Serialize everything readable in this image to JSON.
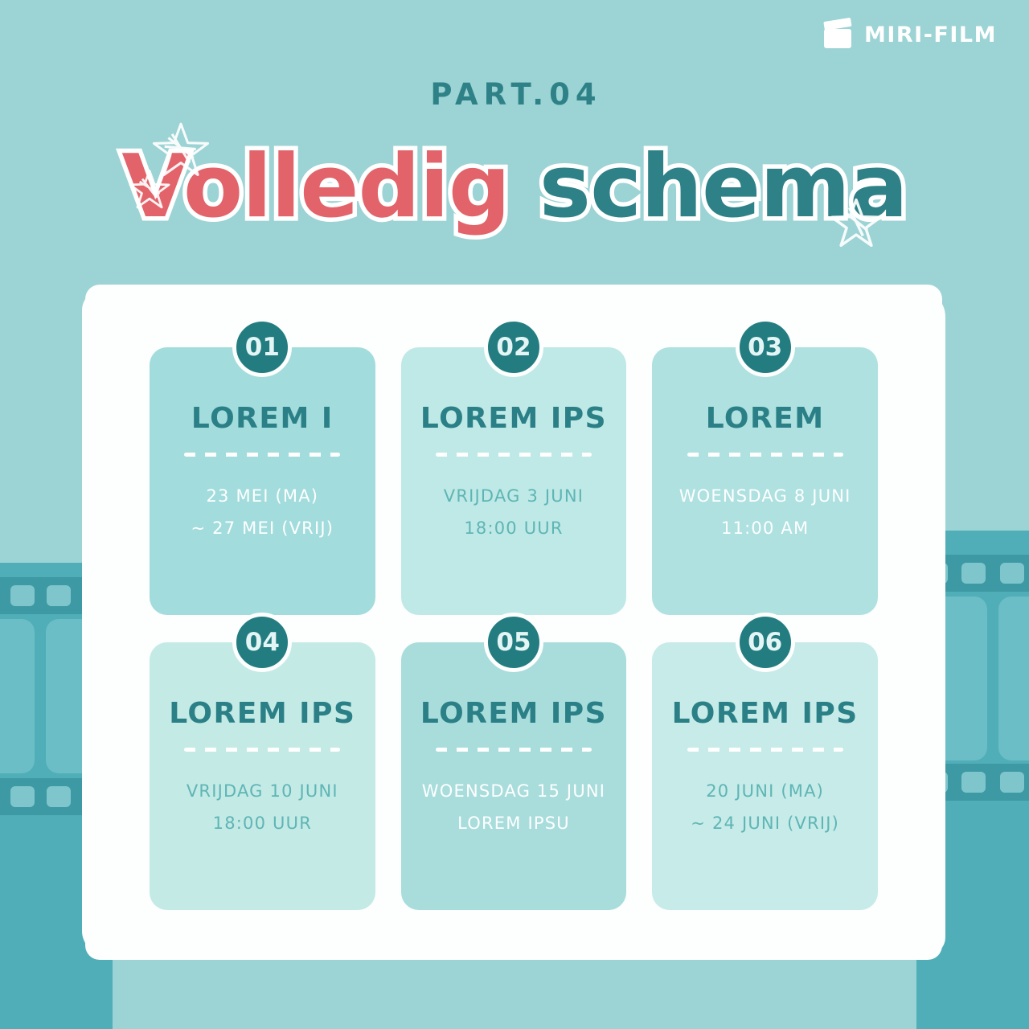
{
  "brand": {
    "logo_text": "MIRI-FILM",
    "logo_icon": "clapperboard-icon"
  },
  "header": {
    "part_label": "PART.04",
    "title_word_1": "Volledig",
    "title_word_2": "schema"
  },
  "colors": {
    "background": "#9CD3D4",
    "panel": "#FDFEFE",
    "accent_teal": "#2A8086",
    "badge_teal": "#237D80",
    "title_coral": "#E2636A",
    "title_teal": "#2D8187",
    "film_dark": "#3D99A3",
    "film_mid": "#4FAEB8"
  },
  "schedule": {
    "cards": [
      {
        "number": "01",
        "title": "LOREM I",
        "line1": "23 MEI (MA)",
        "line2": "~ 27 MEI (VRIJ)",
        "tint": "tint-a",
        "text_style": ""
      },
      {
        "number": "02",
        "title": "LOREM IPS",
        "line1": "VRIJDAG 3 JUNI",
        "line2": "18:00 UUR",
        "tint": "tint-b",
        "text_style": "txt-teal"
      },
      {
        "number": "03",
        "title": "LOREM",
        "line1": "WOENSDAG 8 JUNI",
        "line2": "11:00 AM",
        "tint": "tint-c",
        "text_style": ""
      },
      {
        "number": "04",
        "title": "LOREM IPS",
        "line1": "VRIJDAG 10 JUNI",
        "line2": "18:00 UUR",
        "tint": "tint-d",
        "text_style": "txt-teal"
      },
      {
        "number": "05",
        "title": "LOREM IPS",
        "line1": "WOENSDAG 15 JUNI",
        "line2": "LOREM IPSU",
        "tint": "tint-e",
        "text_style": ""
      },
      {
        "number": "06",
        "title": "LOREM IPS",
        "line1": "20 JUNI (MA)",
        "line2": "~ 24 JUNI (VRIJ)",
        "tint": "tint-f",
        "text_style": "txt-teal"
      }
    ]
  },
  "decor": {
    "star_1": "star-icon",
    "star_2": "star-icon",
    "star_3": "star-icon",
    "filmstrip_left": "filmstrip-icon",
    "filmstrip_right": "filmstrip-icon"
  }
}
